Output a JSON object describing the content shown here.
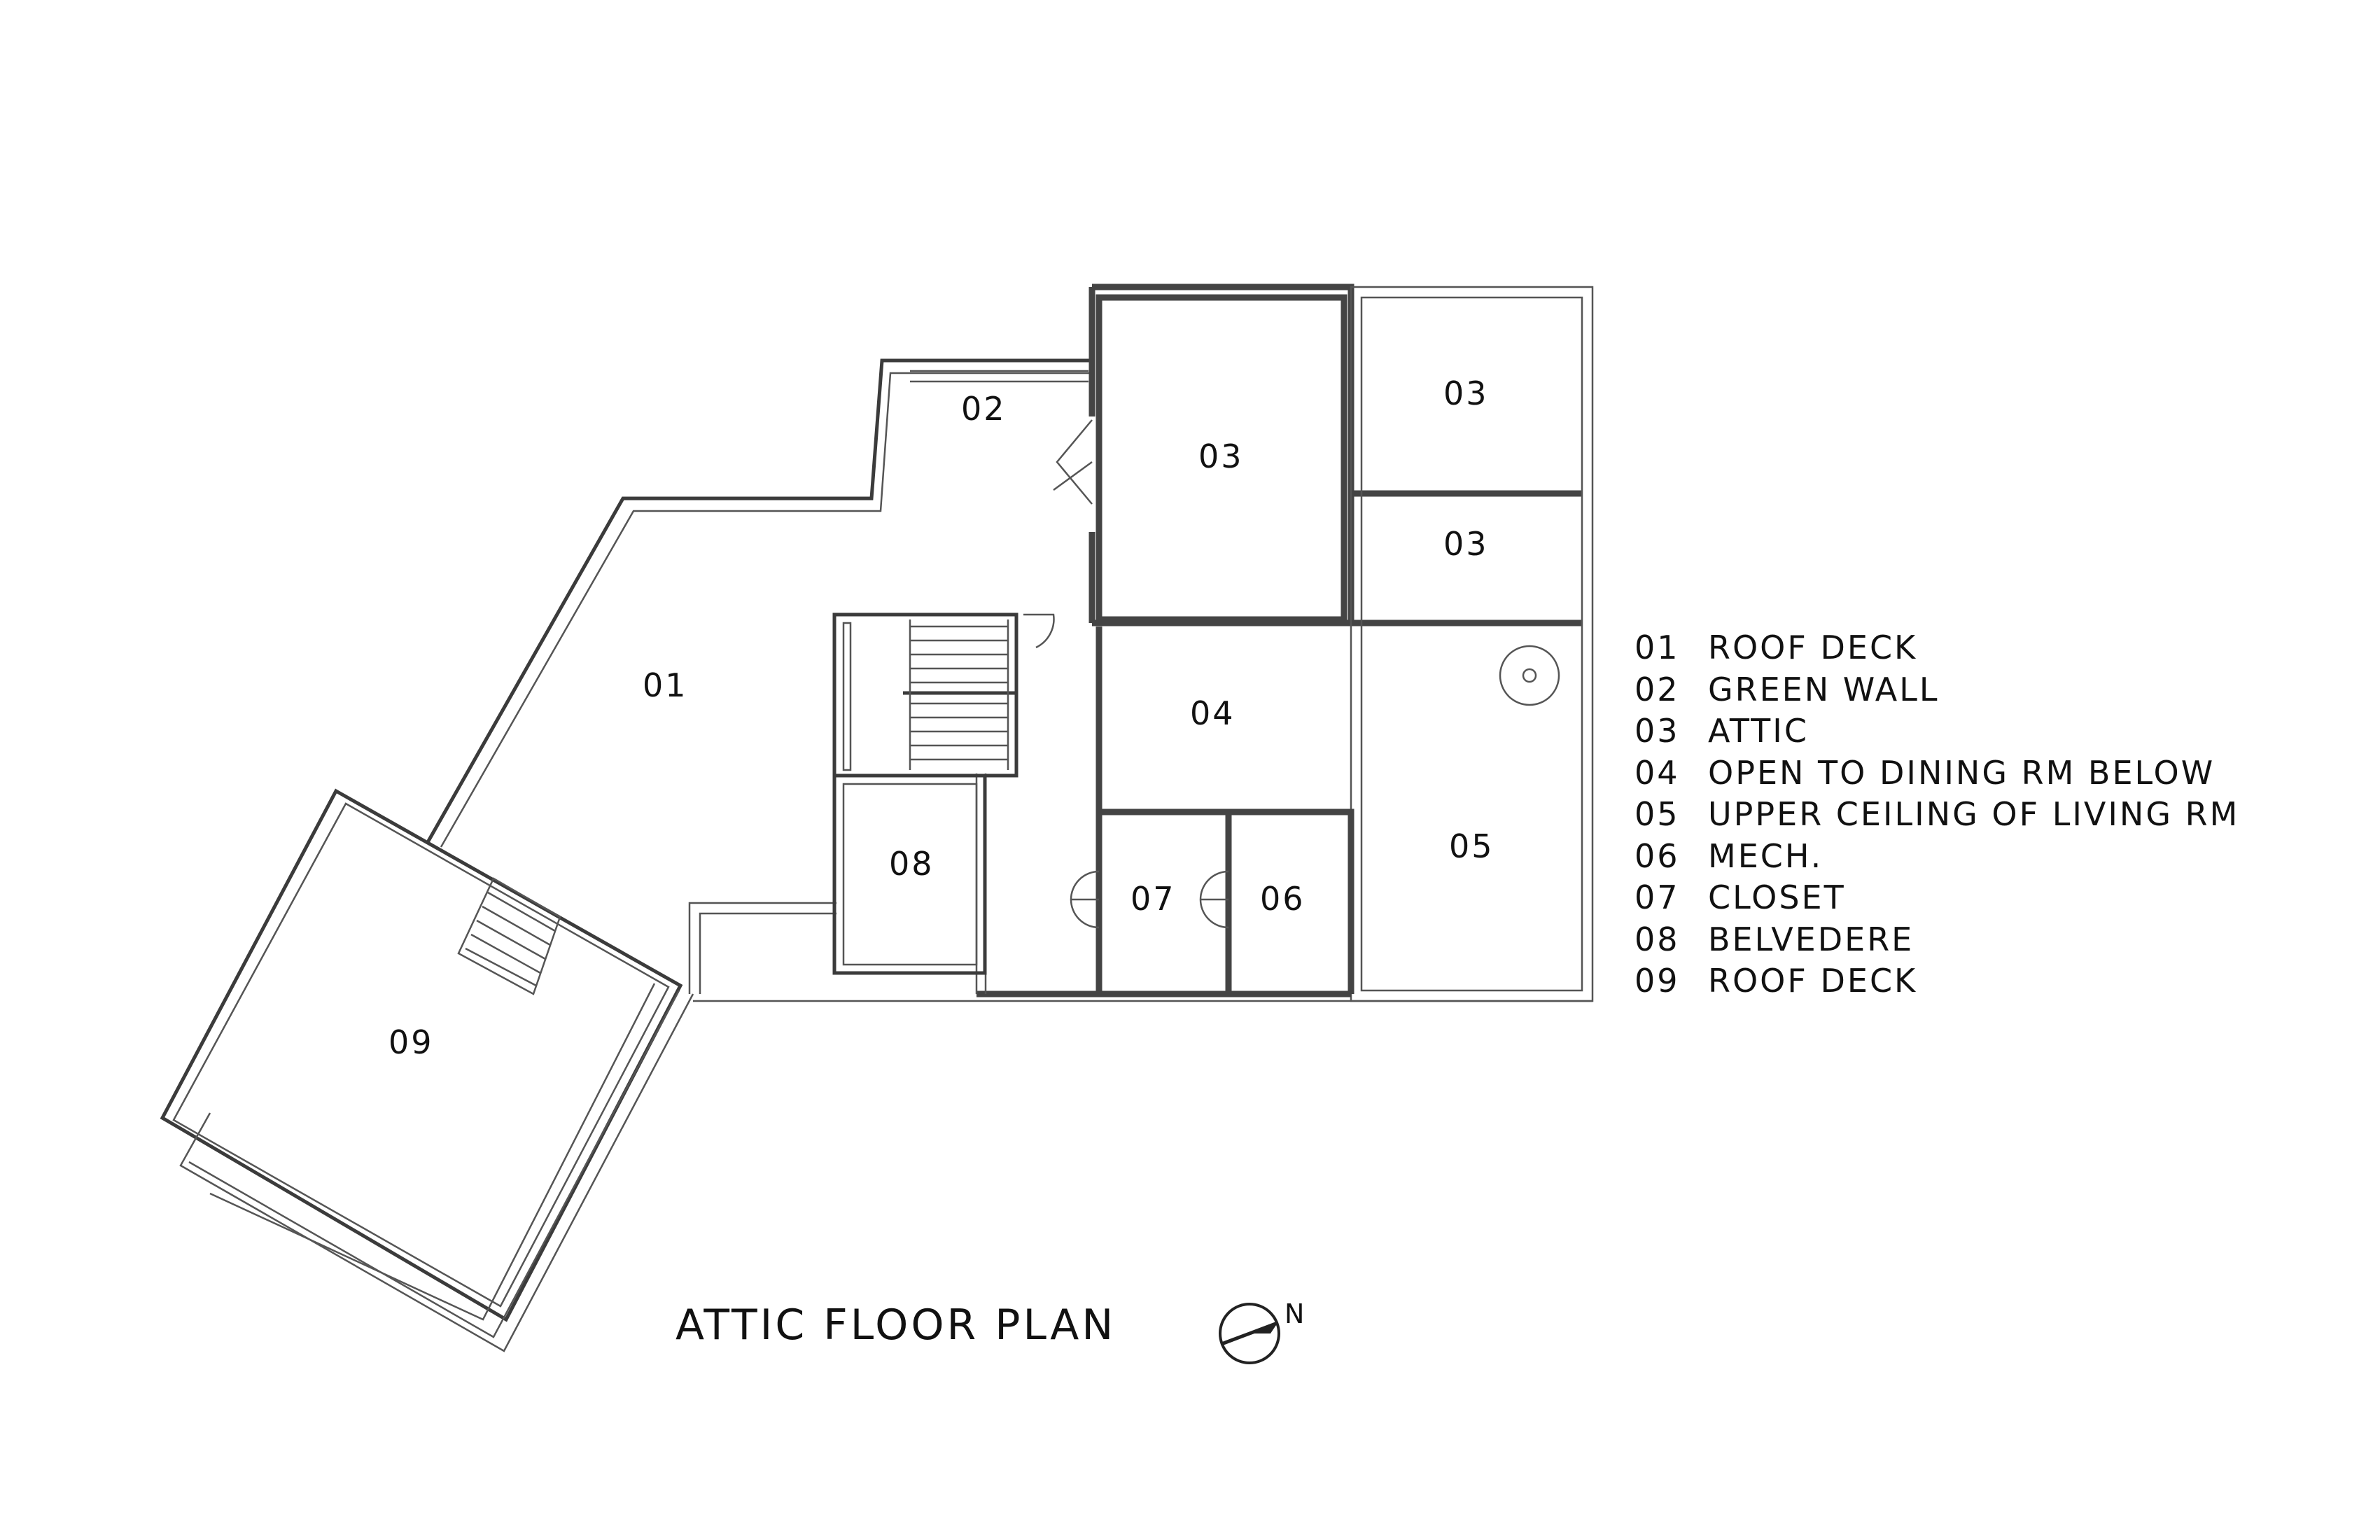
{
  "drawing": {
    "title": "ATTIC FLOOR PLAN",
    "north_label": "N"
  },
  "rooms": [
    {
      "id": "room-01",
      "label": "01"
    },
    {
      "id": "room-02",
      "label": "02"
    },
    {
      "id": "room-03a",
      "label": "03"
    },
    {
      "id": "room-03b",
      "label": "03"
    },
    {
      "id": "room-03c",
      "label": "03"
    },
    {
      "id": "room-04",
      "label": "04"
    },
    {
      "id": "room-05",
      "label": "05"
    },
    {
      "id": "room-06",
      "label": "06"
    },
    {
      "id": "room-07",
      "label": "07"
    },
    {
      "id": "room-08",
      "label": "08"
    },
    {
      "id": "room-09",
      "label": "09"
    }
  ],
  "legend": [
    {
      "num": "01",
      "name": "ROOF DECK"
    },
    {
      "num": "02",
      "name": "GREEN WALL"
    },
    {
      "num": "03",
      "name": "ATTIC"
    },
    {
      "num": "04",
      "name": "OPEN TO DINING RM BELOW"
    },
    {
      "num": "05",
      "name": "UPPER CEILING OF LIVING RM"
    },
    {
      "num": "06",
      "name": "MECH."
    },
    {
      "num": "07",
      "name": "CLOSET"
    },
    {
      "num": "08",
      "name": "BELVEDERE"
    },
    {
      "num": "09",
      "name": "ROOF DECK"
    }
  ]
}
